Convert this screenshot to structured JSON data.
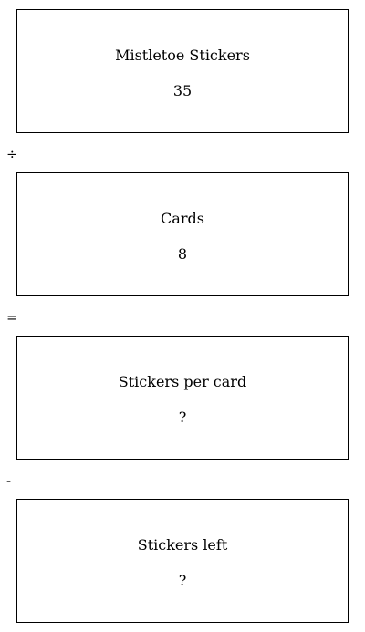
{
  "boxes": [
    {
      "label": "Mistletoe Stickers",
      "value": "35"
    },
    {
      "label": "Cards",
      "value": "8"
    },
    {
      "label": "Stickers per card",
      "value": "?"
    },
    {
      "label": "Stickers left",
      "value": "?"
    }
  ],
  "operators": [
    "÷",
    "=",
    "-"
  ]
}
